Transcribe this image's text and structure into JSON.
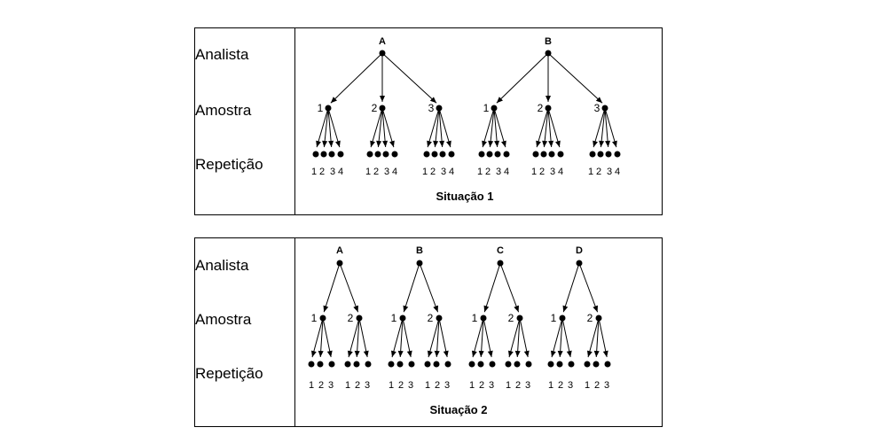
{
  "labels": {
    "analyst": "Analista",
    "sample": "Amostra",
    "repetition": "Repetição"
  },
  "situation1": {
    "title": "Situação 1",
    "analysts": [
      "A",
      "B"
    ],
    "samples": [
      "1",
      "2",
      "3"
    ],
    "repetitions": [
      "1",
      "2",
      "3",
      "4"
    ]
  },
  "situation2": {
    "title": "Situação 2",
    "analysts": [
      "A",
      "B",
      "C",
      "D"
    ],
    "samples": [
      "1",
      "2"
    ],
    "repetitions": [
      "1",
      "2",
      "3"
    ]
  }
}
